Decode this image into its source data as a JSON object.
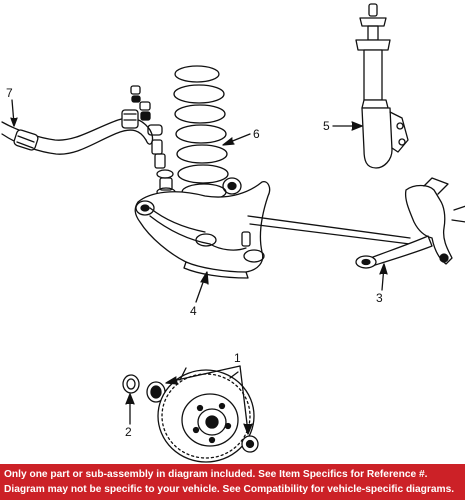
{
  "callouts": {
    "part1": "1",
    "part2": "2",
    "part3": "3",
    "part4": "4",
    "part5": "5",
    "part6": "6",
    "part7": "7"
  },
  "banner": {
    "line1": "Only one part or sub-assembly in diagram included. See Item Specifics for Reference #.",
    "line2": "Diagram may not be specific to your vehicle. See Compatibility for vehicle-specific diagrams."
  },
  "colors": {
    "banner_bg": "#cc2127",
    "banner_text": "#ffffff",
    "line_art": "#111111"
  }
}
